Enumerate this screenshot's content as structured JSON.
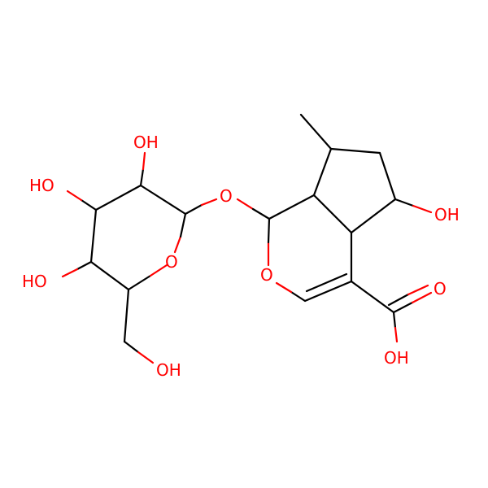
{
  "molecule": {
    "atom_color": "#ff0000",
    "bond_color": "#000000",
    "labels": {
      "oh_sugar_c2": "OH",
      "ho_sugar_c3": "HO",
      "ho_sugar_c4": "HO",
      "o_glycosidic": "O",
      "o_sugar_ring": "O",
      "oh_sugar_c6": "OH",
      "o_pyran_ring": "O",
      "oh_cyclopentane": "OH",
      "o_carbonyl": "O",
      "oh_carboxyl": "OH"
    }
  }
}
